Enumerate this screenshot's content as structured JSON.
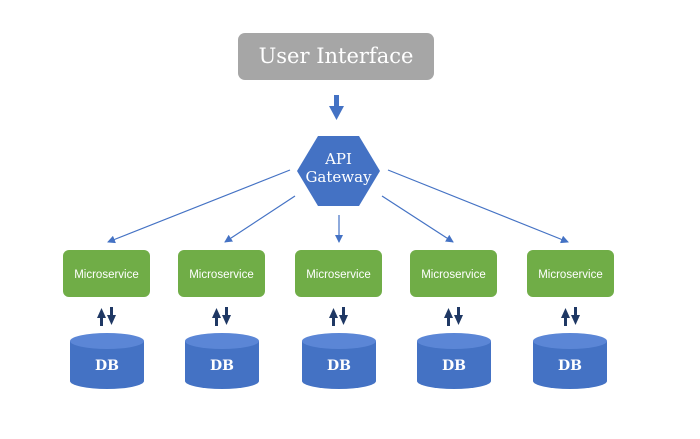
{
  "user_interface": {
    "label": "User Interface"
  },
  "gateway": {
    "line1": "API",
    "line2": "Gateway"
  },
  "services": [
    {
      "label": "Microservice",
      "db": "DB"
    },
    {
      "label": "Microservice",
      "db": "DB"
    },
    {
      "label": "Microservice",
      "db": "DB"
    },
    {
      "label": "Microservice",
      "db": "DB"
    },
    {
      "label": "Microservice",
      "db": "DB"
    }
  ],
  "colors": {
    "ui_box": "#a6a6a6",
    "gateway": "#4472c4",
    "microservice": "#70ad47",
    "db": "#4472c4",
    "arrow": "#4472c4",
    "bidirectional_arrow": "#1f3864"
  }
}
